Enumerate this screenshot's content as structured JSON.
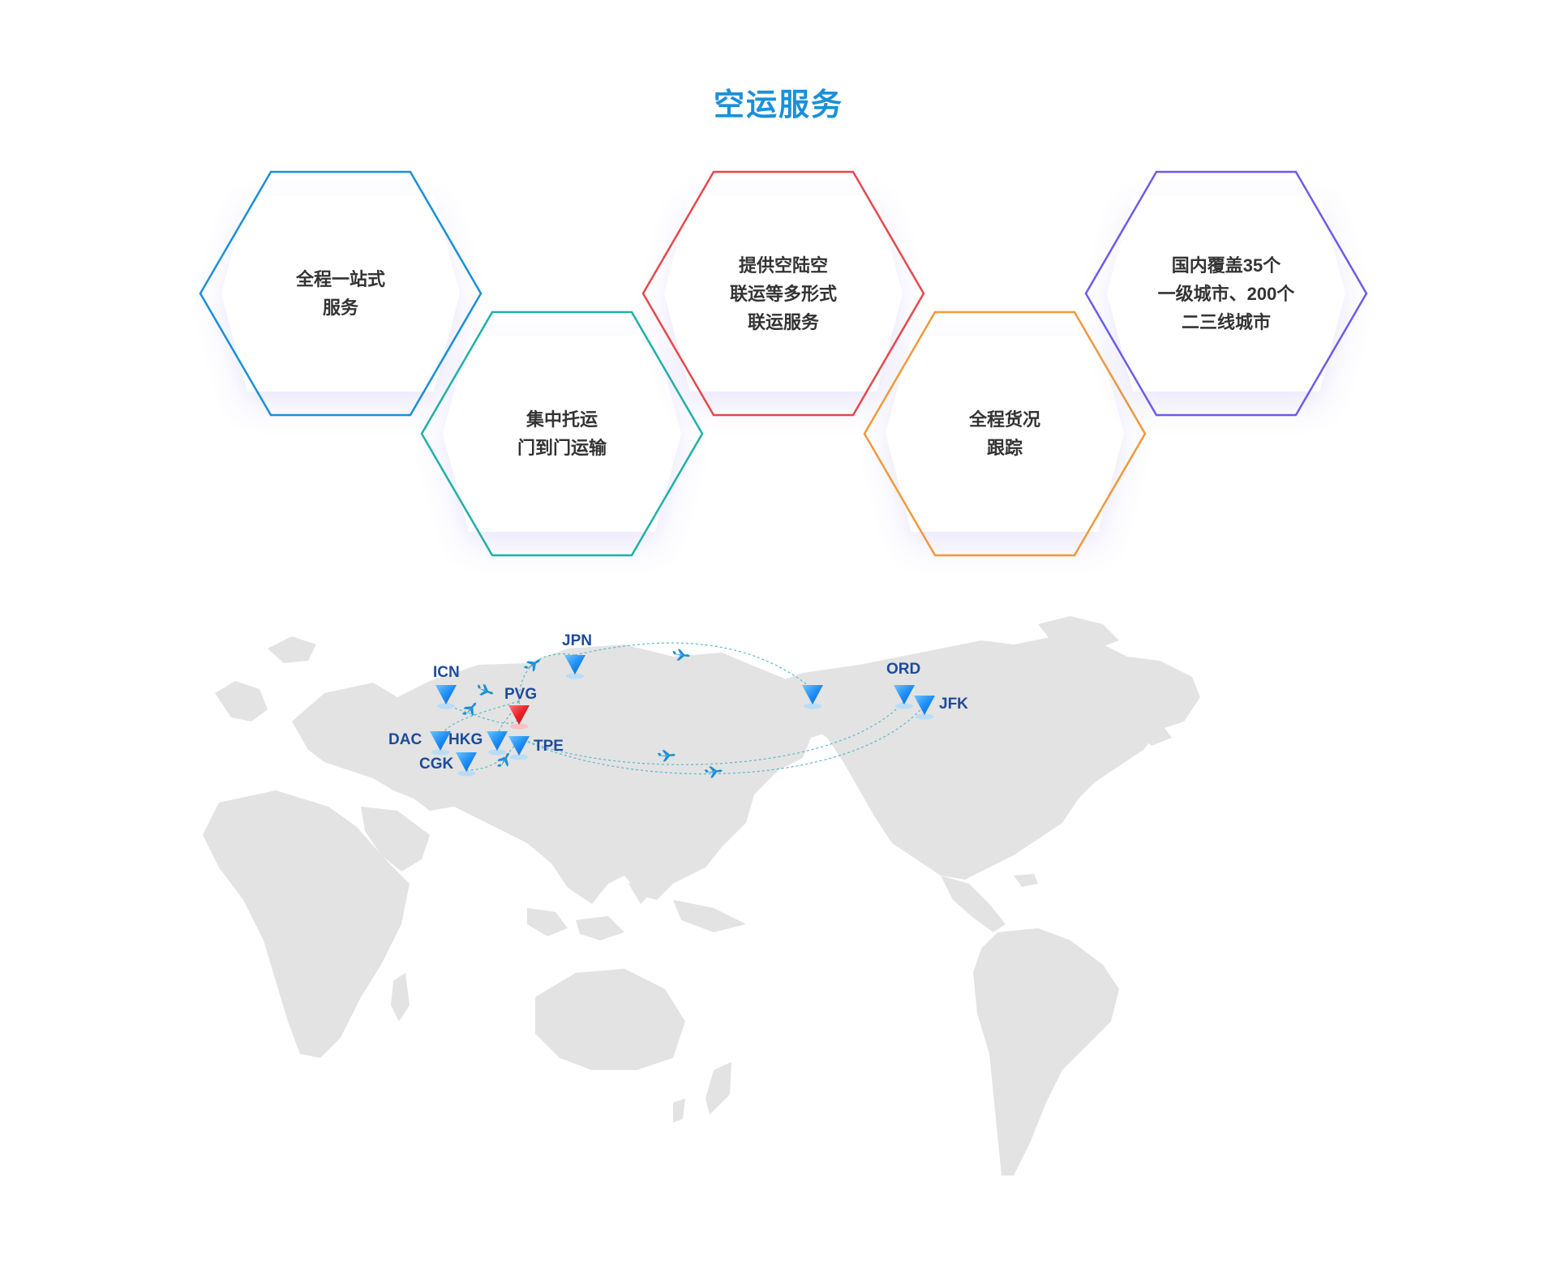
{
  "title": "空运服务",
  "services": [
    {
      "lines": [
        "全程一站式",
        "服务"
      ],
      "color": "#1a8fd6"
    },
    {
      "lines": [
        "集中托运",
        "门到门运输"
      ],
      "color": "#1fb0a8"
    },
    {
      "lines": [
        "提供空陆空",
        "联运等多形式",
        "联运服务"
      ],
      "color": "#e5484d"
    },
    {
      "lines": [
        "全程货况",
        "跟踪"
      ],
      "color": "#f0993b"
    },
    {
      "lines": [
        "国内覆盖35个",
        "一级城市、200个",
        "二三线城市"
      ],
      "color": "#6b5ce7"
    }
  ],
  "map": {
    "icon": "world-map",
    "hub_color": "#e8202a",
    "node_color": "#1e8ef5",
    "route_color": "#5bb8c8",
    "airports": [
      {
        "code": "JPN"
      },
      {
        "code": "ICN"
      },
      {
        "code": "PVG"
      },
      {
        "code": "DAC"
      },
      {
        "code": "HKG"
      },
      {
        "code": "TPE"
      },
      {
        "code": "CGK"
      },
      {
        "code": "ORD"
      },
      {
        "code": "JFK"
      }
    ]
  }
}
